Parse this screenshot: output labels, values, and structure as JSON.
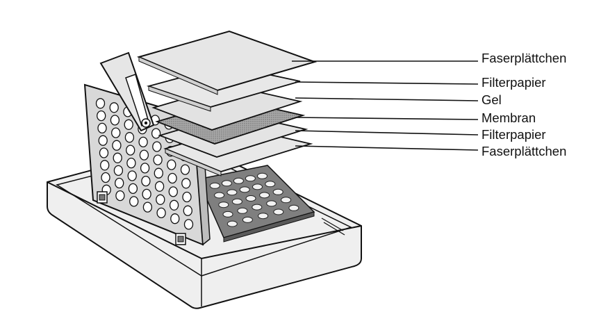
{
  "labels": [
    "Faserplättchen",
    "Filterpapier",
    "Gel",
    "Membran",
    "Filterpapier",
    "Faserplättchen"
  ],
  "colors": {
    "line": "#111111",
    "tray_fill": "#efefef",
    "panel_fill": "#d8d8d8",
    "sheet_light": "#e6e6e6",
    "sheet_dark": "#8a8a8a",
    "rack_fill": "#7f7f7f"
  }
}
